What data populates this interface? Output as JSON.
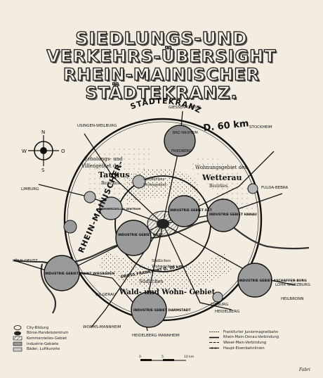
{
  "title": {
    "line1": "SIEDLUNGS-UND",
    "line2": "VERKEHRS-ÜBERSIGHT",
    "line3": "RHEIN-MAINISCHER",
    "line4": "STÄDTEKRANZ."
  },
  "ring_label_top": "STÄDTEKRANZ",
  "ring_label_left": "RHEIN-MAINISCHER-",
  "diameter_label": "D. 60 km",
  "compass": {
    "n": "N",
    "s": "S",
    "w": "W",
    "o": "O"
  },
  "places": {
    "giessen_cassel": "GIESSEN-CASSEL",
    "bad_nauheim": "BAD NAUHEIM",
    "friedberg": "FRIEDBERG",
    "stockheim": "STOCKHEIM",
    "usingen": "USINGEN-WEILBURG",
    "limburg": "LIMBURG",
    "fulda_bebra": "FULDA-BEBRA",
    "koeln_deutz": "KÖLN-DEUTZ",
    "lohr_wuerzburg": "LOHR WÜRZBURG",
    "heilbronn": "HEILBRONN",
    "heidelberg": "HEIDELBERG",
    "worms": "WORMS-MANNHEIM",
    "heidelberg_mannheim": "HEIDELBERG MANNHEIM",
    "gr_gerau": "GR.GERAU",
    "dieburg": "DIEBURG"
  },
  "areas": {
    "taunus_l1": "Erholungs- und",
    "taunus_l2": "Villengebiet des",
    "taunus_l3": "Taunus",
    "taunus_l4": "Bezirkes.",
    "wetterau_l1": "Wohnungsgebiet des",
    "wetterau_l2": "Wetterau",
    "wetterau_l3": "Bezirkes.",
    "north_wohn_l1": "Nördliches",
    "north_wohn_l2": "Wohngebiet",
    "south_wohn_l1": "Südliches",
    "south_wohn_l2": "Wohngebiet",
    "south_big_l1": "Südliches",
    "south_big_l2": "Wald- und Wohn- Gebiet",
    "gross_frankfurt": "GROSS FRANKFURT D. 20 km"
  },
  "centers": {
    "west": "INDUSTRIE GEBIET WEST",
    "ost": "INDUSTRIE GEBIET OST",
    "hanau": "INDUSTRIE GEBIET HANAU",
    "mainz": "INDUSTRIE GEBIET MAINZ WIESBADEN",
    "aschaffenburg": "INDUSTRIE GEBIET ASCHAFFEN-BURG",
    "darmstadt": "INDUSTRIE GEBIET DARMSTADT",
    "kommerzielles": "KOMMERZIELLES ZENTRUM"
  },
  "legend_left": [
    "City-Bildung",
    "Börse-Handelszentrum",
    "Kommerzielles-Gebiet",
    "Industrie-Gebiete",
    "Bäder, Luftkurorte"
  ],
  "legend_right": [
    "Frankfurter Juniormagnetbahn",
    "Rhein-Main-Donau-Verbindung",
    "Weser-Main-Verbindung",
    "Haupt-Eisenbahnlinien"
  ],
  "scale": {
    "zero": "0",
    "mid": "5",
    "end": "10 km"
  },
  "signature": "Fabri",
  "colors": {
    "paper": "#f2ede0",
    "ink": "#1a1a1a",
    "center_gray": "#9a9a9a",
    "center_dark": "#7a7a7a"
  }
}
